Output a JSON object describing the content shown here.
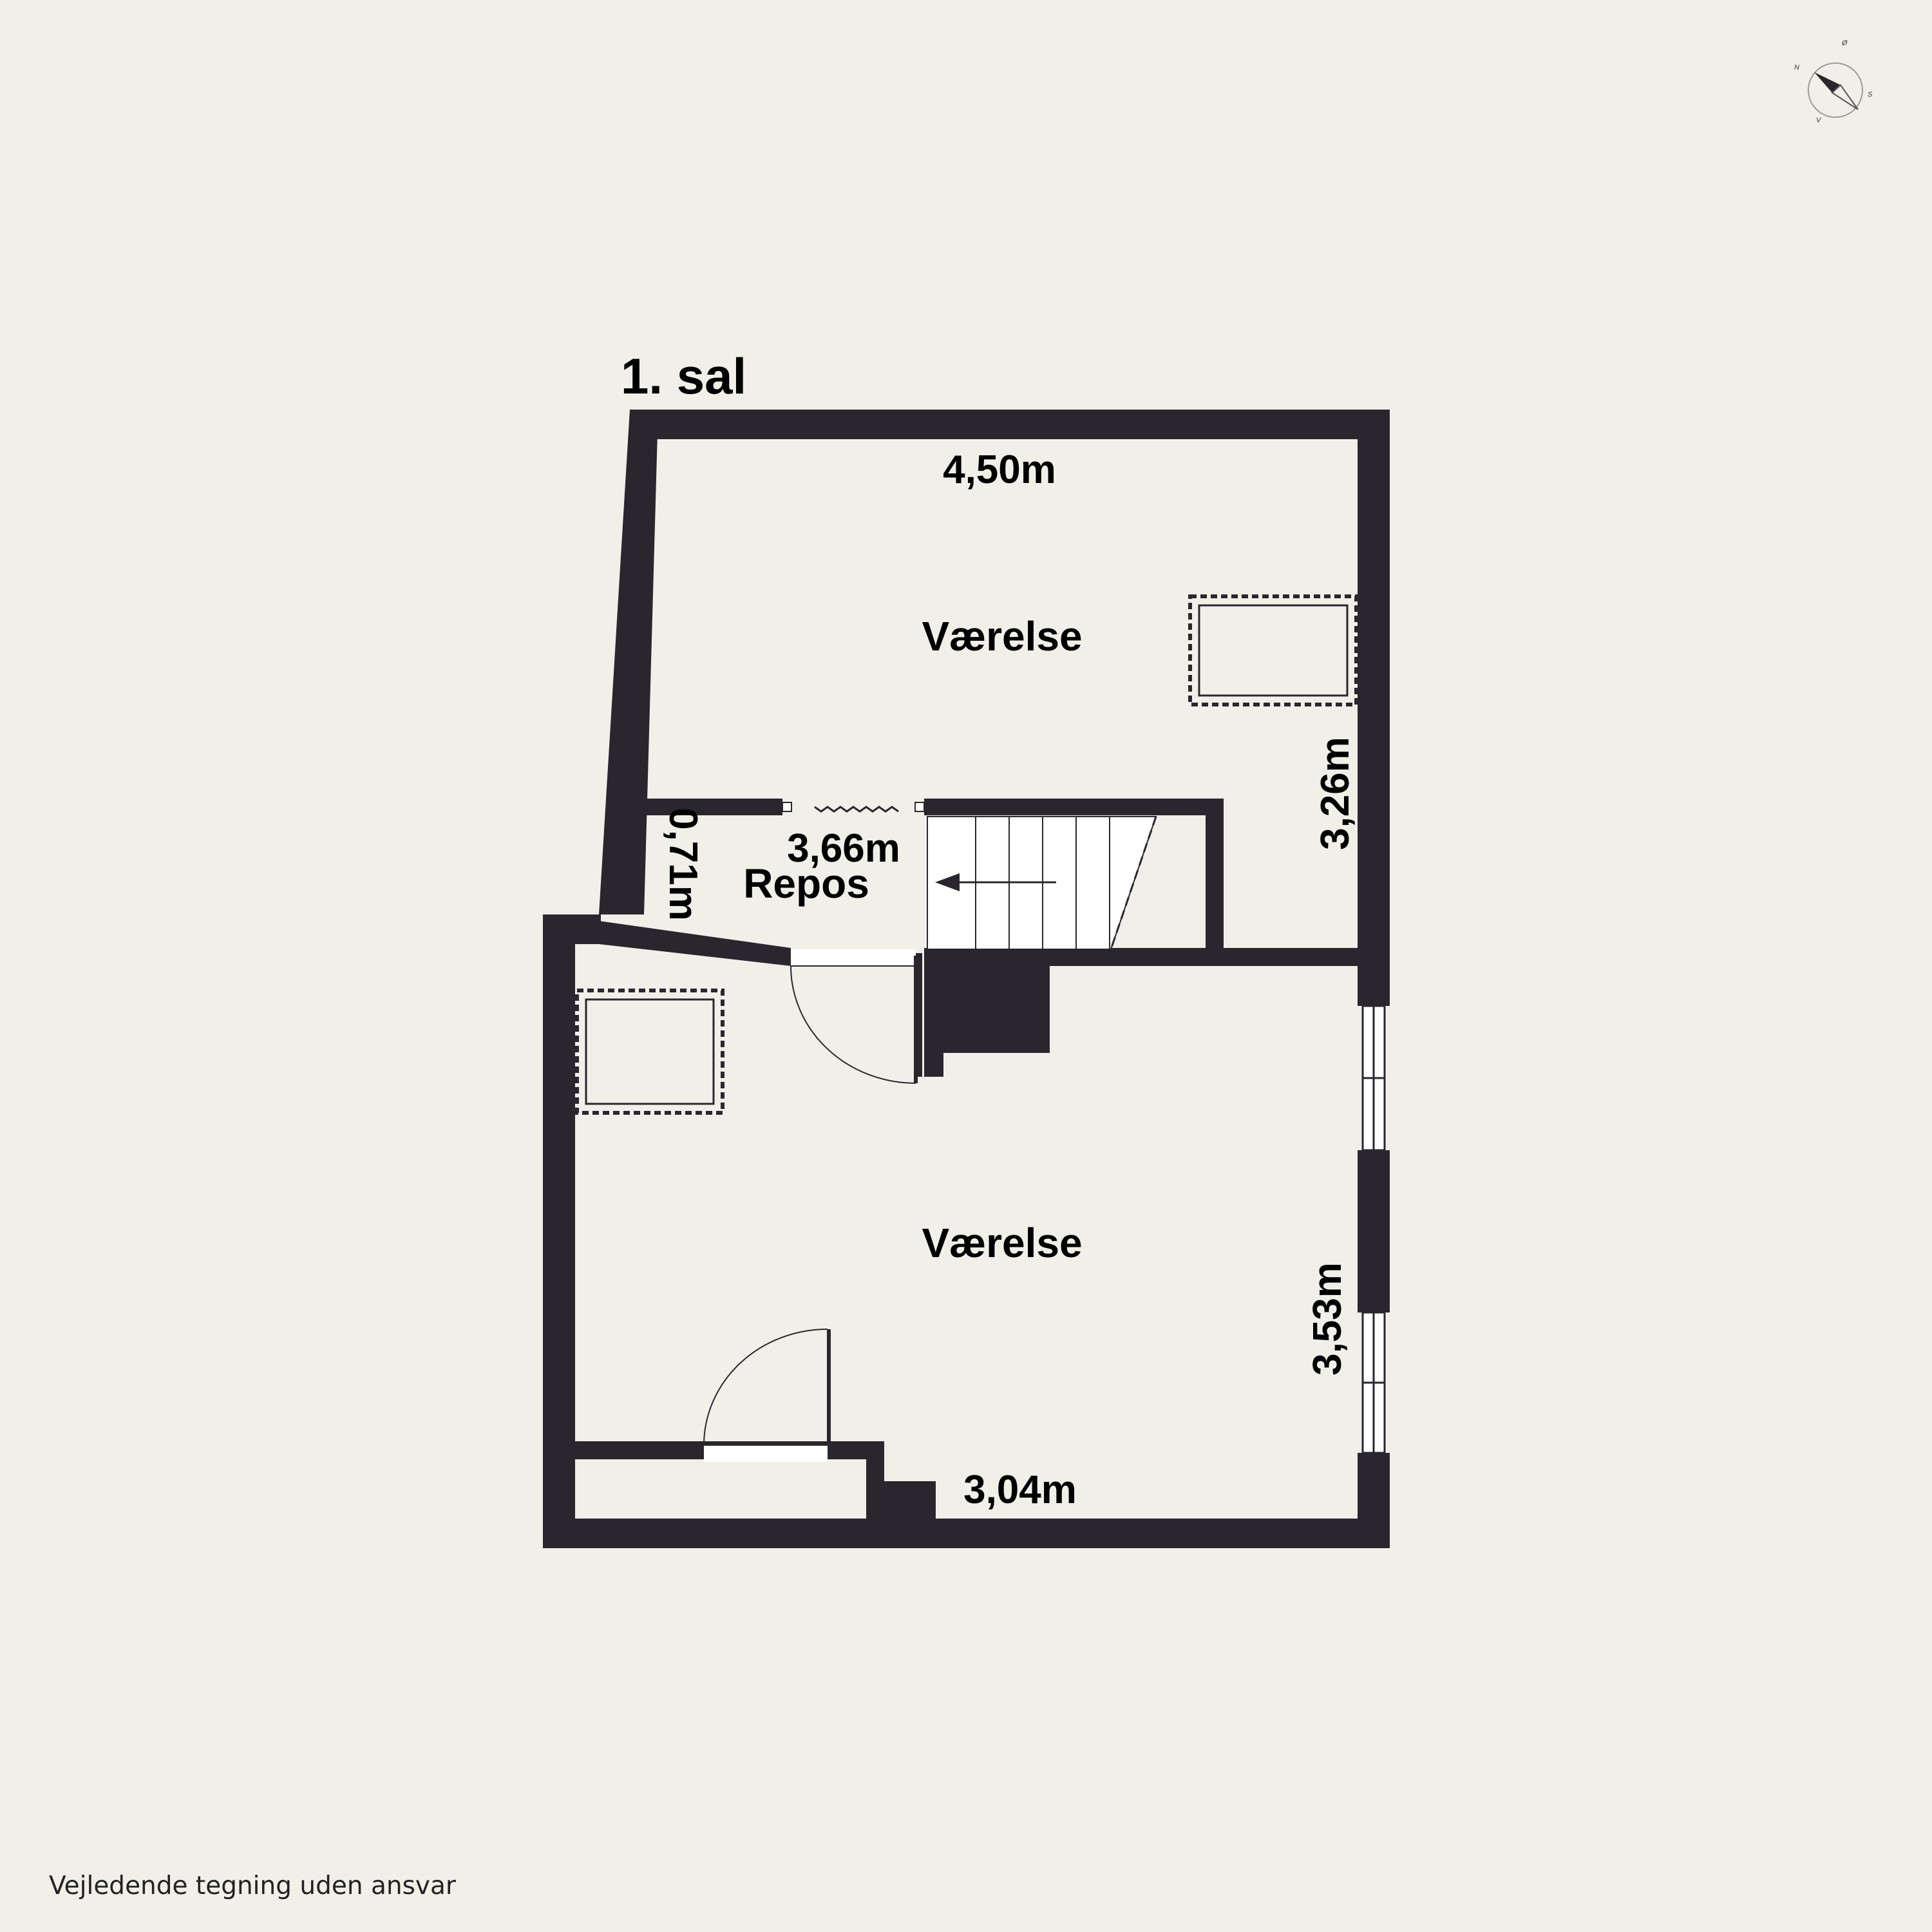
{
  "floor_label": "1. sal",
  "rooms": {
    "upper": {
      "name": "Værelse"
    },
    "landing": {
      "name": "Repos"
    },
    "lower": {
      "name": "Værelse"
    }
  },
  "dimensions": {
    "upper_width": "4,50m",
    "upper_height": "3,26m",
    "landing_width": "3,66m",
    "landing_height": "0,71m",
    "lower_height": "3,53m",
    "lower_width": "3,04m"
  },
  "compass": {
    "north": "N",
    "east": "Ø",
    "south": "S",
    "west": "V"
  },
  "disclaimer": "Vejledende tegning uden ansvar",
  "colors": {
    "background": "#f0f0e8",
    "wall": "#2a262e",
    "text": "#000000"
  }
}
